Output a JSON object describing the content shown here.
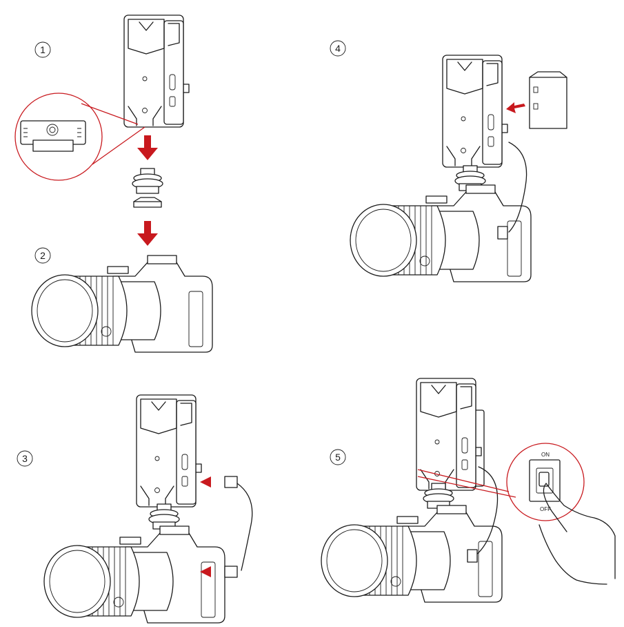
{
  "steps": [
    {
      "number": "1",
      "glyph": "①"
    },
    {
      "number": "2",
      "glyph": "②"
    },
    {
      "number": "3",
      "glyph": "③"
    },
    {
      "number": "4",
      "glyph": "④"
    },
    {
      "number": "5",
      "glyph": "⑤"
    }
  ],
  "switch_labels": {
    "on": "ON",
    "off": "OFF"
  },
  "colors": {
    "accent": "#c8191e",
    "line": "#1a1a1a",
    "background": "#ffffff"
  }
}
